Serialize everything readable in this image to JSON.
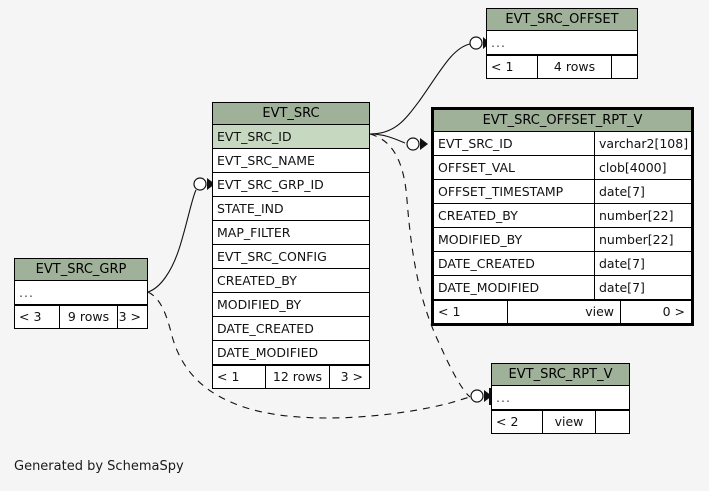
{
  "diagram": {
    "background_color": "#f5f5f5",
    "header_color": "#9fb199",
    "pk_row_color": "#c7d8c0",
    "caption": "Generated by SchemaSpy"
  },
  "entities": {
    "evt_src": {
      "title": "EVT_SRC",
      "columns": [
        {
          "name": "EVT_SRC_ID",
          "type": "",
          "pk": true
        },
        {
          "name": "EVT_SRC_NAME",
          "type": "",
          "pk": false
        },
        {
          "name": "EVT_SRC_GRP_ID",
          "type": "",
          "pk": false
        },
        {
          "name": "STATE_IND",
          "type": "",
          "pk": false
        },
        {
          "name": "MAP_FILTER",
          "type": "",
          "pk": false
        },
        {
          "name": "EVT_SRC_CONFIG",
          "type": "",
          "pk": false
        },
        {
          "name": "CREATED_BY",
          "type": "",
          "pk": false
        },
        {
          "name": "MODIFIED_BY",
          "type": "",
          "pk": false
        },
        {
          "name": "DATE_CREATED",
          "type": "",
          "pk": false
        },
        {
          "name": "DATE_MODIFIED",
          "type": "",
          "pk": false
        }
      ],
      "footer": {
        "parents": "< 1",
        "middle": "12 rows",
        "children": "3 >"
      }
    },
    "evt_src_offset": {
      "title": "EVT_SRC_OFFSET",
      "columns": [
        {
          "name": "...",
          "type": "",
          "pk": false
        }
      ],
      "footer": {
        "parents": "< 1",
        "middle": "4 rows",
        "children": ""
      }
    },
    "evt_src_offset_rpt_v": {
      "title": "EVT_SRC_OFFSET_RPT_V",
      "columns": [
        {
          "name": "EVT_SRC_ID",
          "type": "varchar2[108]",
          "pk": false
        },
        {
          "name": "OFFSET_VAL",
          "type": "clob[4000]",
          "pk": false
        },
        {
          "name": "OFFSET_TIMESTAMP",
          "type": "date[7]",
          "pk": false
        },
        {
          "name": "CREATED_BY",
          "type": "number[22]",
          "pk": false
        },
        {
          "name": "MODIFIED_BY",
          "type": "number[22]",
          "pk": false
        },
        {
          "name": "DATE_CREATED",
          "type": "date[7]",
          "pk": false
        },
        {
          "name": "DATE_MODIFIED",
          "type": "date[7]",
          "pk": false
        }
      ],
      "footer": {
        "parents": "< 1",
        "middle": "view",
        "children": "0 >"
      }
    },
    "evt_src_grp": {
      "title": "EVT_SRC_GRP",
      "columns": [
        {
          "name": "...",
          "type": "",
          "pk": false
        }
      ],
      "footer": {
        "parents": "< 3",
        "middle": "9 rows",
        "children": "3 >"
      }
    },
    "evt_src_rpt_v": {
      "title": "EVT_SRC_RPT_V",
      "columns": [
        {
          "name": "...",
          "type": "",
          "pk": false
        }
      ],
      "footer": {
        "parents": "< 2",
        "middle": "view",
        "children": ""
      }
    }
  },
  "relationships": [
    {
      "from": "EVT_SRC.EVT_SRC_ID",
      "to": "EVT_SRC_OFFSET",
      "style": "solid"
    },
    {
      "from": "EVT_SRC.EVT_SRC_ID",
      "to": "EVT_SRC_OFFSET_RPT_V.EVT_SRC_ID",
      "style": "solid"
    },
    {
      "from": "EVT_SRC.EVT_SRC_ID",
      "to": "EVT_SRC_RPT_V",
      "style": "dashed"
    },
    {
      "from": "EVT_SRC_GRP",
      "to": "EVT_SRC.EVT_SRC_GRP_ID",
      "style": "solid"
    },
    {
      "from": "EVT_SRC_GRP",
      "to": "EVT_SRC_RPT_V",
      "style": "dashed"
    }
  ]
}
